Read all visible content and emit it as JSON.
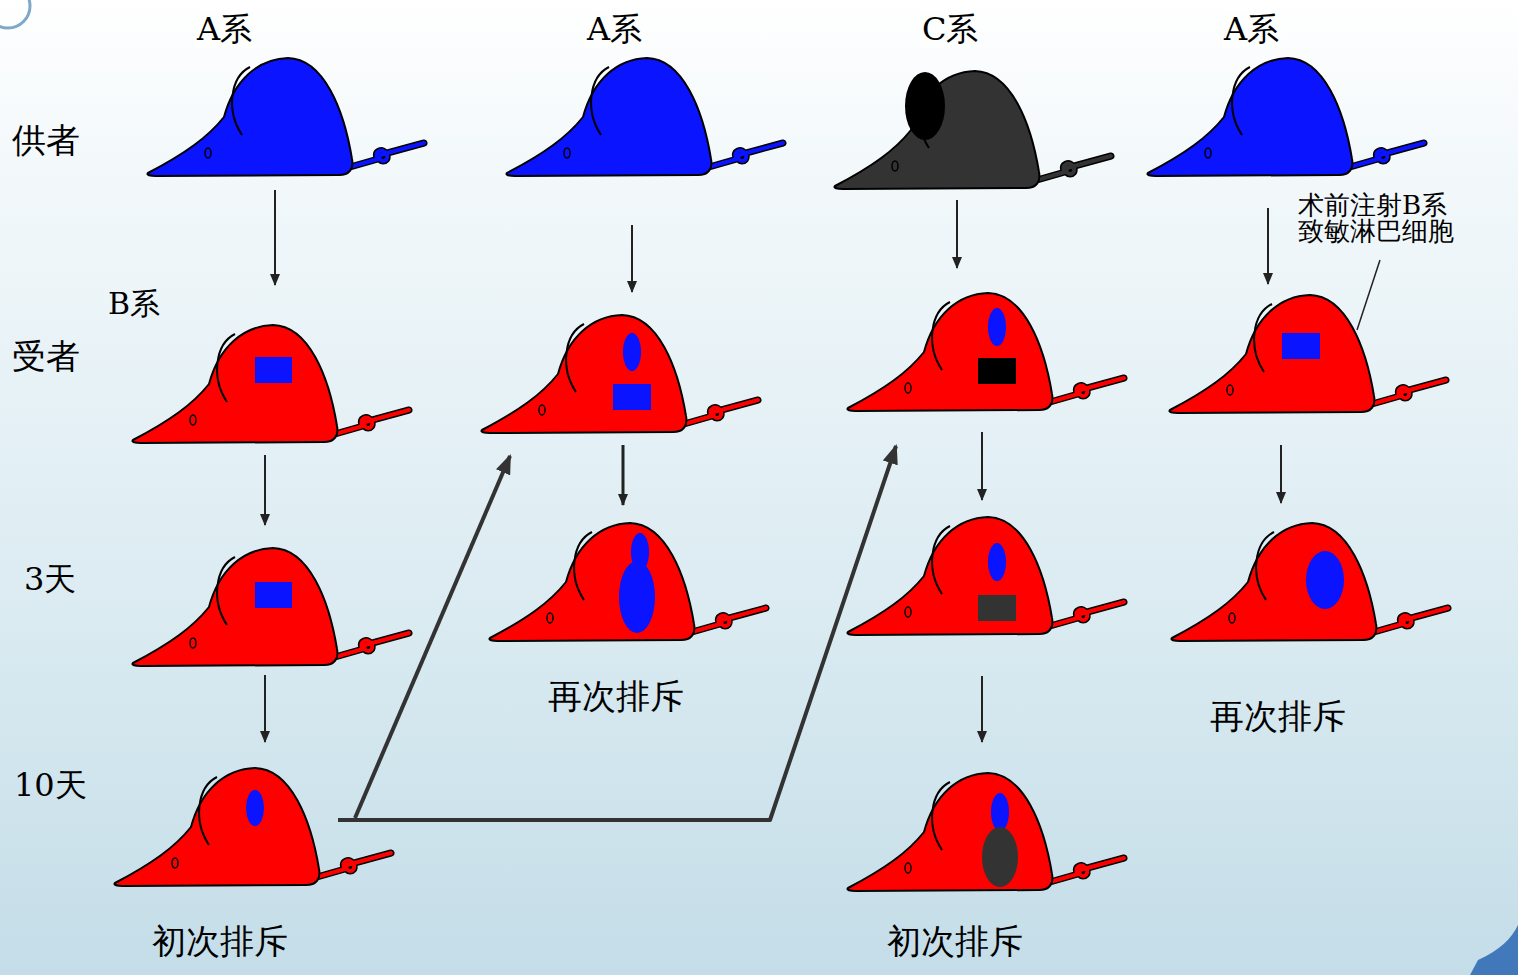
{
  "diagram": {
    "nodes": [
      {
        "text": [
          "A系"
        ]
      },
      {
        "text": [
          "A系"
        ]
      },
      {
        "text": [
          "C系"
        ]
      },
      {
        "text": [
          "A系"
        ]
      },
      {
        "text": [
          "B系"
        ]
      },
      {
        "text": [
          "再次排斥"
        ]
      },
      {
        "text": [
          "再次排斥"
        ]
      },
      {
        "text": [
          "初次排斥"
        ]
      },
      {
        "text": [
          "初次排斥"
        ]
      }
    ],
    "edges": [
      {
        "from": 0,
        "to": 4,
        "arrow": "to"
      }
    ],
    "labels": [
      "供者",
      "受者",
      "3天",
      "10天",
      "术前注射B系 致敏淋巴细胞"
    ]
  }
}
